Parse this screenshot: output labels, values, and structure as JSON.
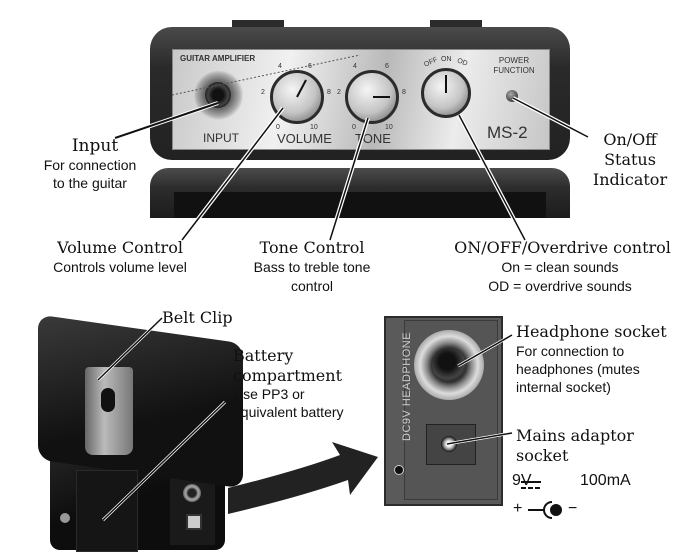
{
  "amp_panel": {
    "brand_label": "GUITAR AMPLIFIER",
    "input_label": "INPUT",
    "volume_label": "VOLUME",
    "tone_label": "TONE",
    "power_label_line1": "POWER",
    "power_label_line2": "FUNCTION",
    "model": "MS-2",
    "volume_scale": [
      "0",
      "2",
      "4",
      "6",
      "8",
      "10"
    ],
    "tone_scale": [
      "0",
      "2",
      "4",
      "6",
      "8",
      "10"
    ],
    "mode_scale": [
      "OFF",
      "ON",
      "OD"
    ]
  },
  "callouts": {
    "input": {
      "title": "Input",
      "desc_line1": "For connection",
      "desc_line2": "to the guitar"
    },
    "status": {
      "line1": "On/Off",
      "line2": "Status",
      "line3": "Indicator"
    },
    "volume": {
      "title": "Volume Control",
      "desc": "Controls volume level"
    },
    "tone": {
      "title": "Tone Control",
      "desc_line1": "Bass to treble tone",
      "desc_line2": "control"
    },
    "mode": {
      "title": "ON/OFF/Overdrive control",
      "desc_line1": "On = clean sounds",
      "desc_line2": "OD = overdrive sounds"
    },
    "belt_clip": {
      "title": "Belt Clip"
    },
    "battery": {
      "title_line1": "Battery",
      "title_line2": "compartment",
      "desc_line1": "Use PP3 or",
      "desc_line2": "equivalent battery"
    },
    "headphone": {
      "title": "Headphone socket",
      "desc_line1": "For connection to",
      "desc_line2": "headphones (mutes",
      "desc_line3": "internal socket)"
    },
    "mains": {
      "title_line1": "Mains adaptor",
      "title_line2": "socket",
      "rating_voltage": "9V",
      "rating_current": "100mA",
      "polarity_plus": "+",
      "polarity_minus": "−"
    }
  },
  "side_panel": {
    "vertical_label": "DC9V  HEADPHONE"
  }
}
